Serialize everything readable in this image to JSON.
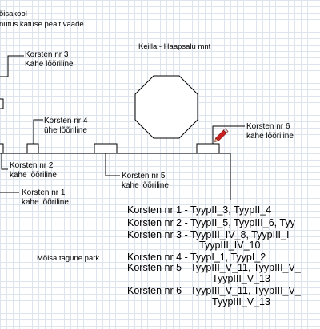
{
  "title": {
    "line1": "õisakool",
    "line2": "nutus katuse pealt vaade"
  },
  "road_label": "Keilla - Haapsalu mnt",
  "park_label": "Mõisa tagune park",
  "chimneys": [
    {
      "name": "Korsten nr 3",
      "type": "Kahe lõõriline"
    },
    {
      "name": "Korsten nr 4",
      "type": "ühe lõõriline"
    },
    {
      "name": "Korsten nr 6",
      "type": "kahe lõõriline"
    },
    {
      "name": "Korsten nr 2",
      "type": "kahe lõõriline"
    },
    {
      "name": "Korsten nr 5",
      "type": "kahe lõõriline"
    },
    {
      "name": "Korsten nr 1",
      "type": "kahe lõõriline"
    }
  ],
  "types_list": [
    "Korsten nr 1 - TyypII_3, TyypII_4",
    "Korsten nr 2 - TyypII_5, TyypIII_6, Tyy",
    "Korsten nr 3 - TyypIII_IV_8, TyypIII_I",
    "TyypIII_IV_10",
    "Korsten nr 4 - TyypI_1, TyypI_2",
    "Korsten nr 5 - TyypIII_V_11, TyypIII_V_",
    "TyypIII_V_13",
    "Korsten nr 6 - TyypIII_V_11, TyypIII_V_",
    "TyypIII_V_13"
  ],
  "colors": {
    "grid": "#dde4ee",
    "ink": "#000000",
    "pencil_body": "#cc1f1f"
  },
  "icons": {
    "octagon": "octagon-shape",
    "pencil": "pencil-icon"
  }
}
